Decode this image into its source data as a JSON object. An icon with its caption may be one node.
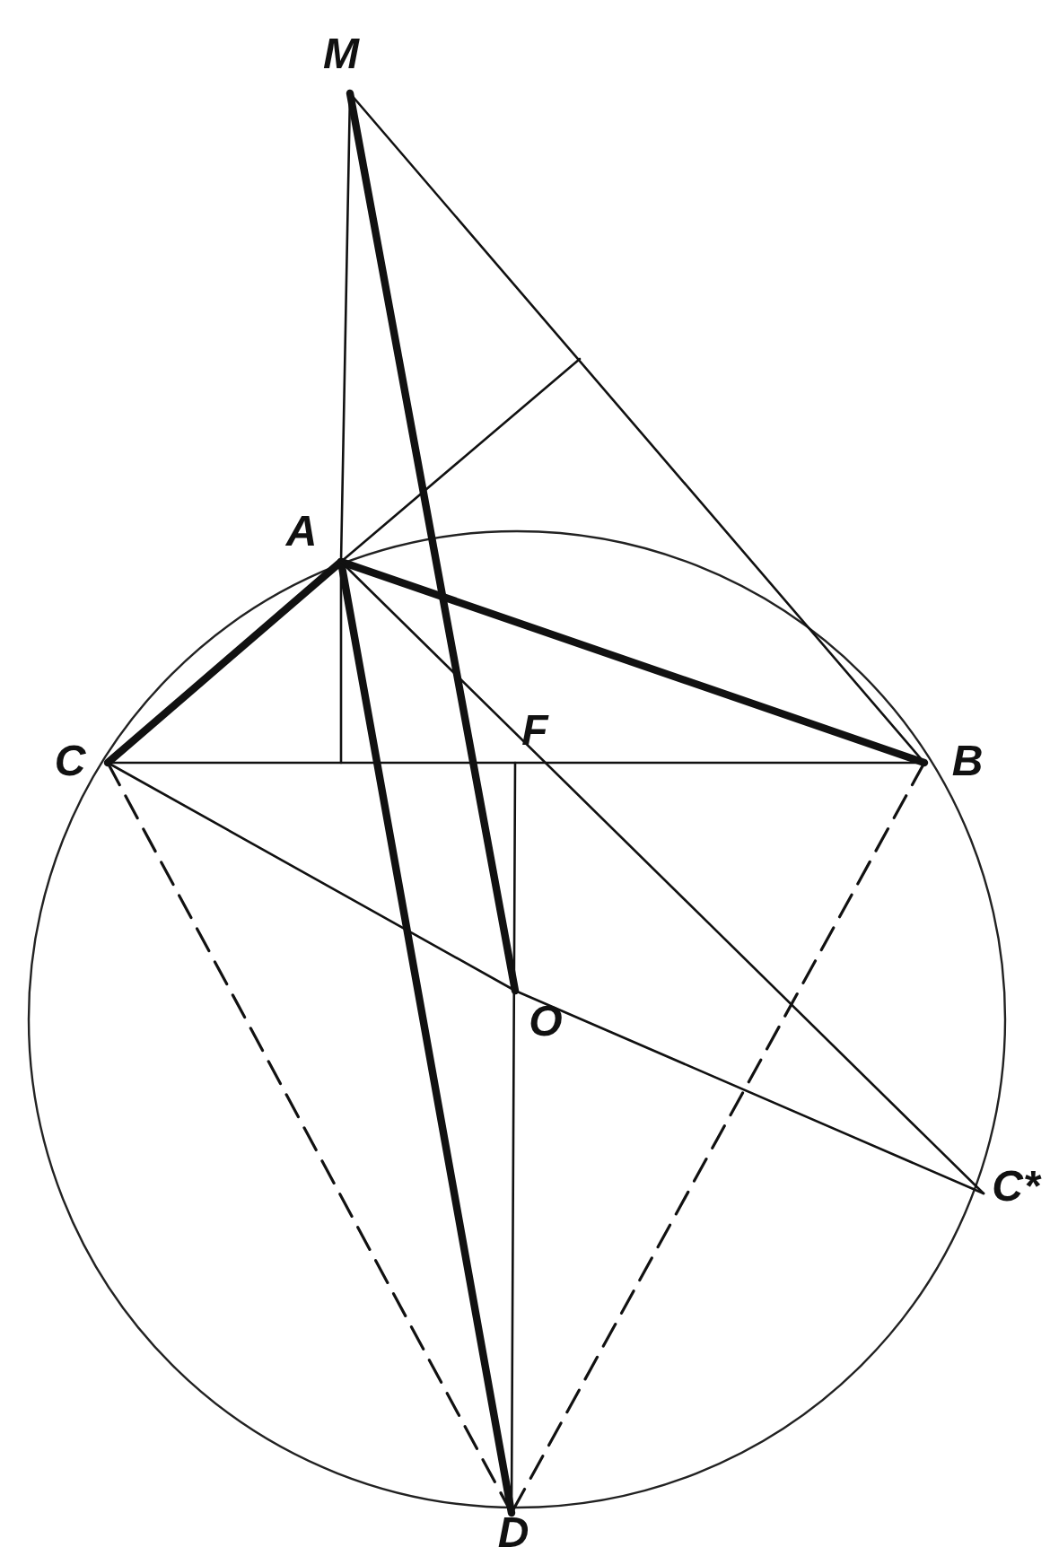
{
  "diagram": {
    "nodes": [
      {
        "text": [
          "M"
        ]
      },
      {
        "text": [
          "A"
        ]
      },
      {
        "text": [
          "C"
        ]
      },
      {
        "text": [
          "F"
        ]
      },
      {
        "text": [
          "B"
        ]
      },
      {
        "text": [
          "O"
        ]
      },
      {
        "text": [
          "C*"
        ]
      },
      {
        "text": [
          "D"
        ]
      }
    ],
    "edges": [
      {
        "from": 0,
        "to": 1,
        "arrow": "none"
      },
      {
        "from": 1,
        "to": null,
        "arrow": "none"
      },
      {
        "from": 0,
        "to": 4,
        "arrow": "none"
      },
      {
        "from": 1,
        "to": null,
        "arrow": "none"
      },
      {
        "from": 0,
        "to": 5,
        "arrow": "none",
        "style": "thick"
      },
      {
        "from": 1,
        "to": 2,
        "arrow": "none",
        "style": "thick"
      },
      {
        "from": 1,
        "to": 4,
        "arrow": "none",
        "style": "thick"
      },
      {
        "from": 1,
        "to": 7,
        "arrow": "none",
        "style": "thick"
      },
      {
        "from": 2,
        "to": 4,
        "arrow": "none"
      },
      {
        "from": 3,
        "to": 7,
        "arrow": "none"
      },
      {
        "from": 2,
        "to": 5,
        "arrow": "none"
      },
      {
        "from": 5,
        "to": 6,
        "arrow": "none"
      },
      {
        "from": 1,
        "to": 6,
        "arrow": "none"
      },
      {
        "from": 2,
        "to": 7,
        "arrow": "none",
        "style": "dashed"
      },
      {
        "from": 4,
        "to": 7,
        "arrow": "none",
        "style": "dashed"
      }
    ]
  }
}
